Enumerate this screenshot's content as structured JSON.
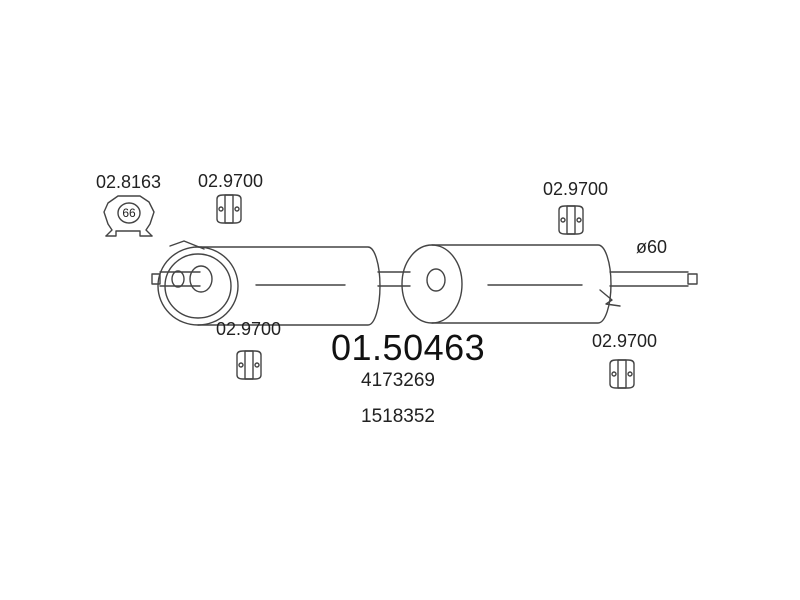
{
  "main_part_number": "01.50463",
  "reference_numbers": [
    "4173269",
    "1518352"
  ],
  "clamp": {
    "part_number": "02.8163",
    "size": "66"
  },
  "hangers": [
    {
      "id": "hanger-top-left",
      "part_number": "02.9700"
    },
    {
      "id": "hanger-bottom-left",
      "part_number": "02.9700"
    },
    {
      "id": "hanger-top-right",
      "part_number": "02.9700"
    },
    {
      "id": "hanger-bottom-right",
      "part_number": "02.9700"
    }
  ],
  "outlet_diameter": "ø60",
  "colors": {
    "line": "#444444",
    "text": "#222222",
    "background": "#ffffff"
  }
}
